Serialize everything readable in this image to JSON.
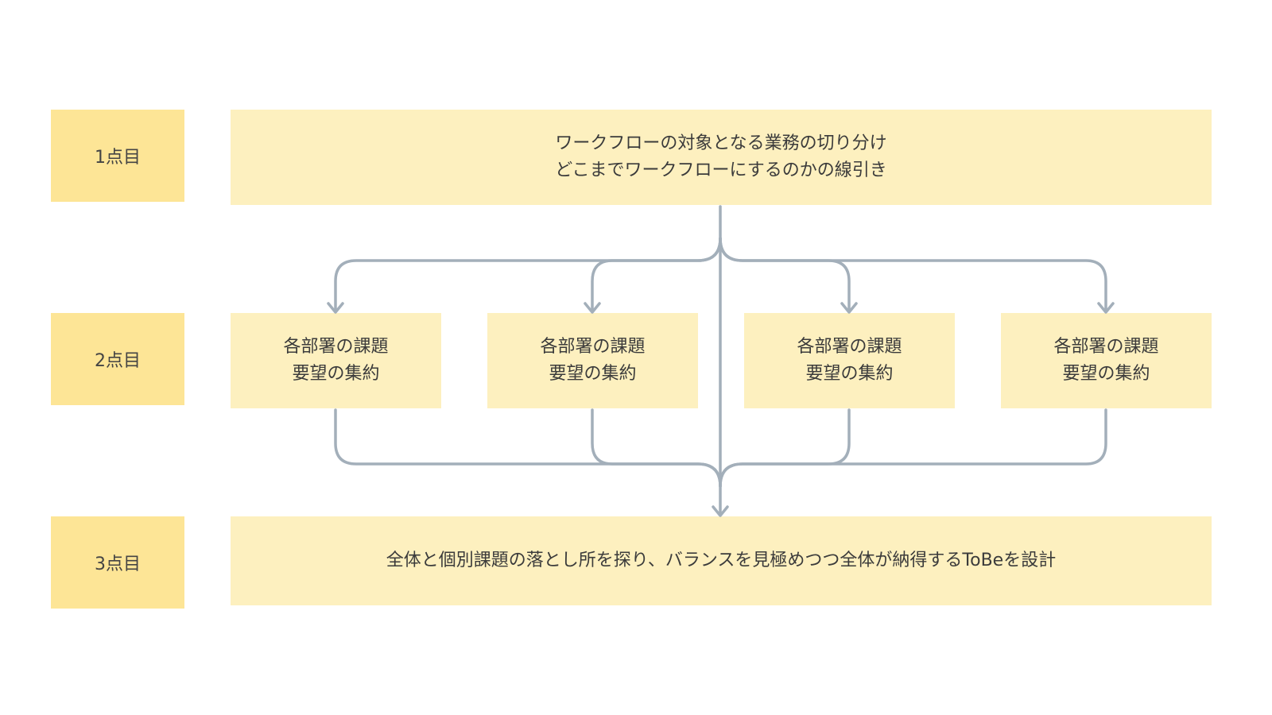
{
  "labels": {
    "point1": "1点目",
    "point2": "2点目",
    "point3": "3点目"
  },
  "point1": {
    "line1": "ワークフローの対象となる業務の切り分け",
    "line2": "どこまでワークフローにするのかの線引き"
  },
  "point2": {
    "boxes": [
      {
        "line1": "各部署の課題",
        "line2": "要望の集約"
      },
      {
        "line1": "各部署の課題",
        "line2": "要望の集約"
      },
      {
        "line1": "各部署の課題",
        "line2": "要望の集約"
      },
      {
        "line1": "各部署の課題",
        "line2": "要望の集約"
      }
    ]
  },
  "point3": {
    "text": "全体と個別課題の落とし所を探り、バランスを見極めつつ全体が納得するToBeを設計"
  },
  "colors": {
    "label_fill": "#fde596",
    "content_fill": "#fdf0bf",
    "connector": "#a3afba"
  }
}
